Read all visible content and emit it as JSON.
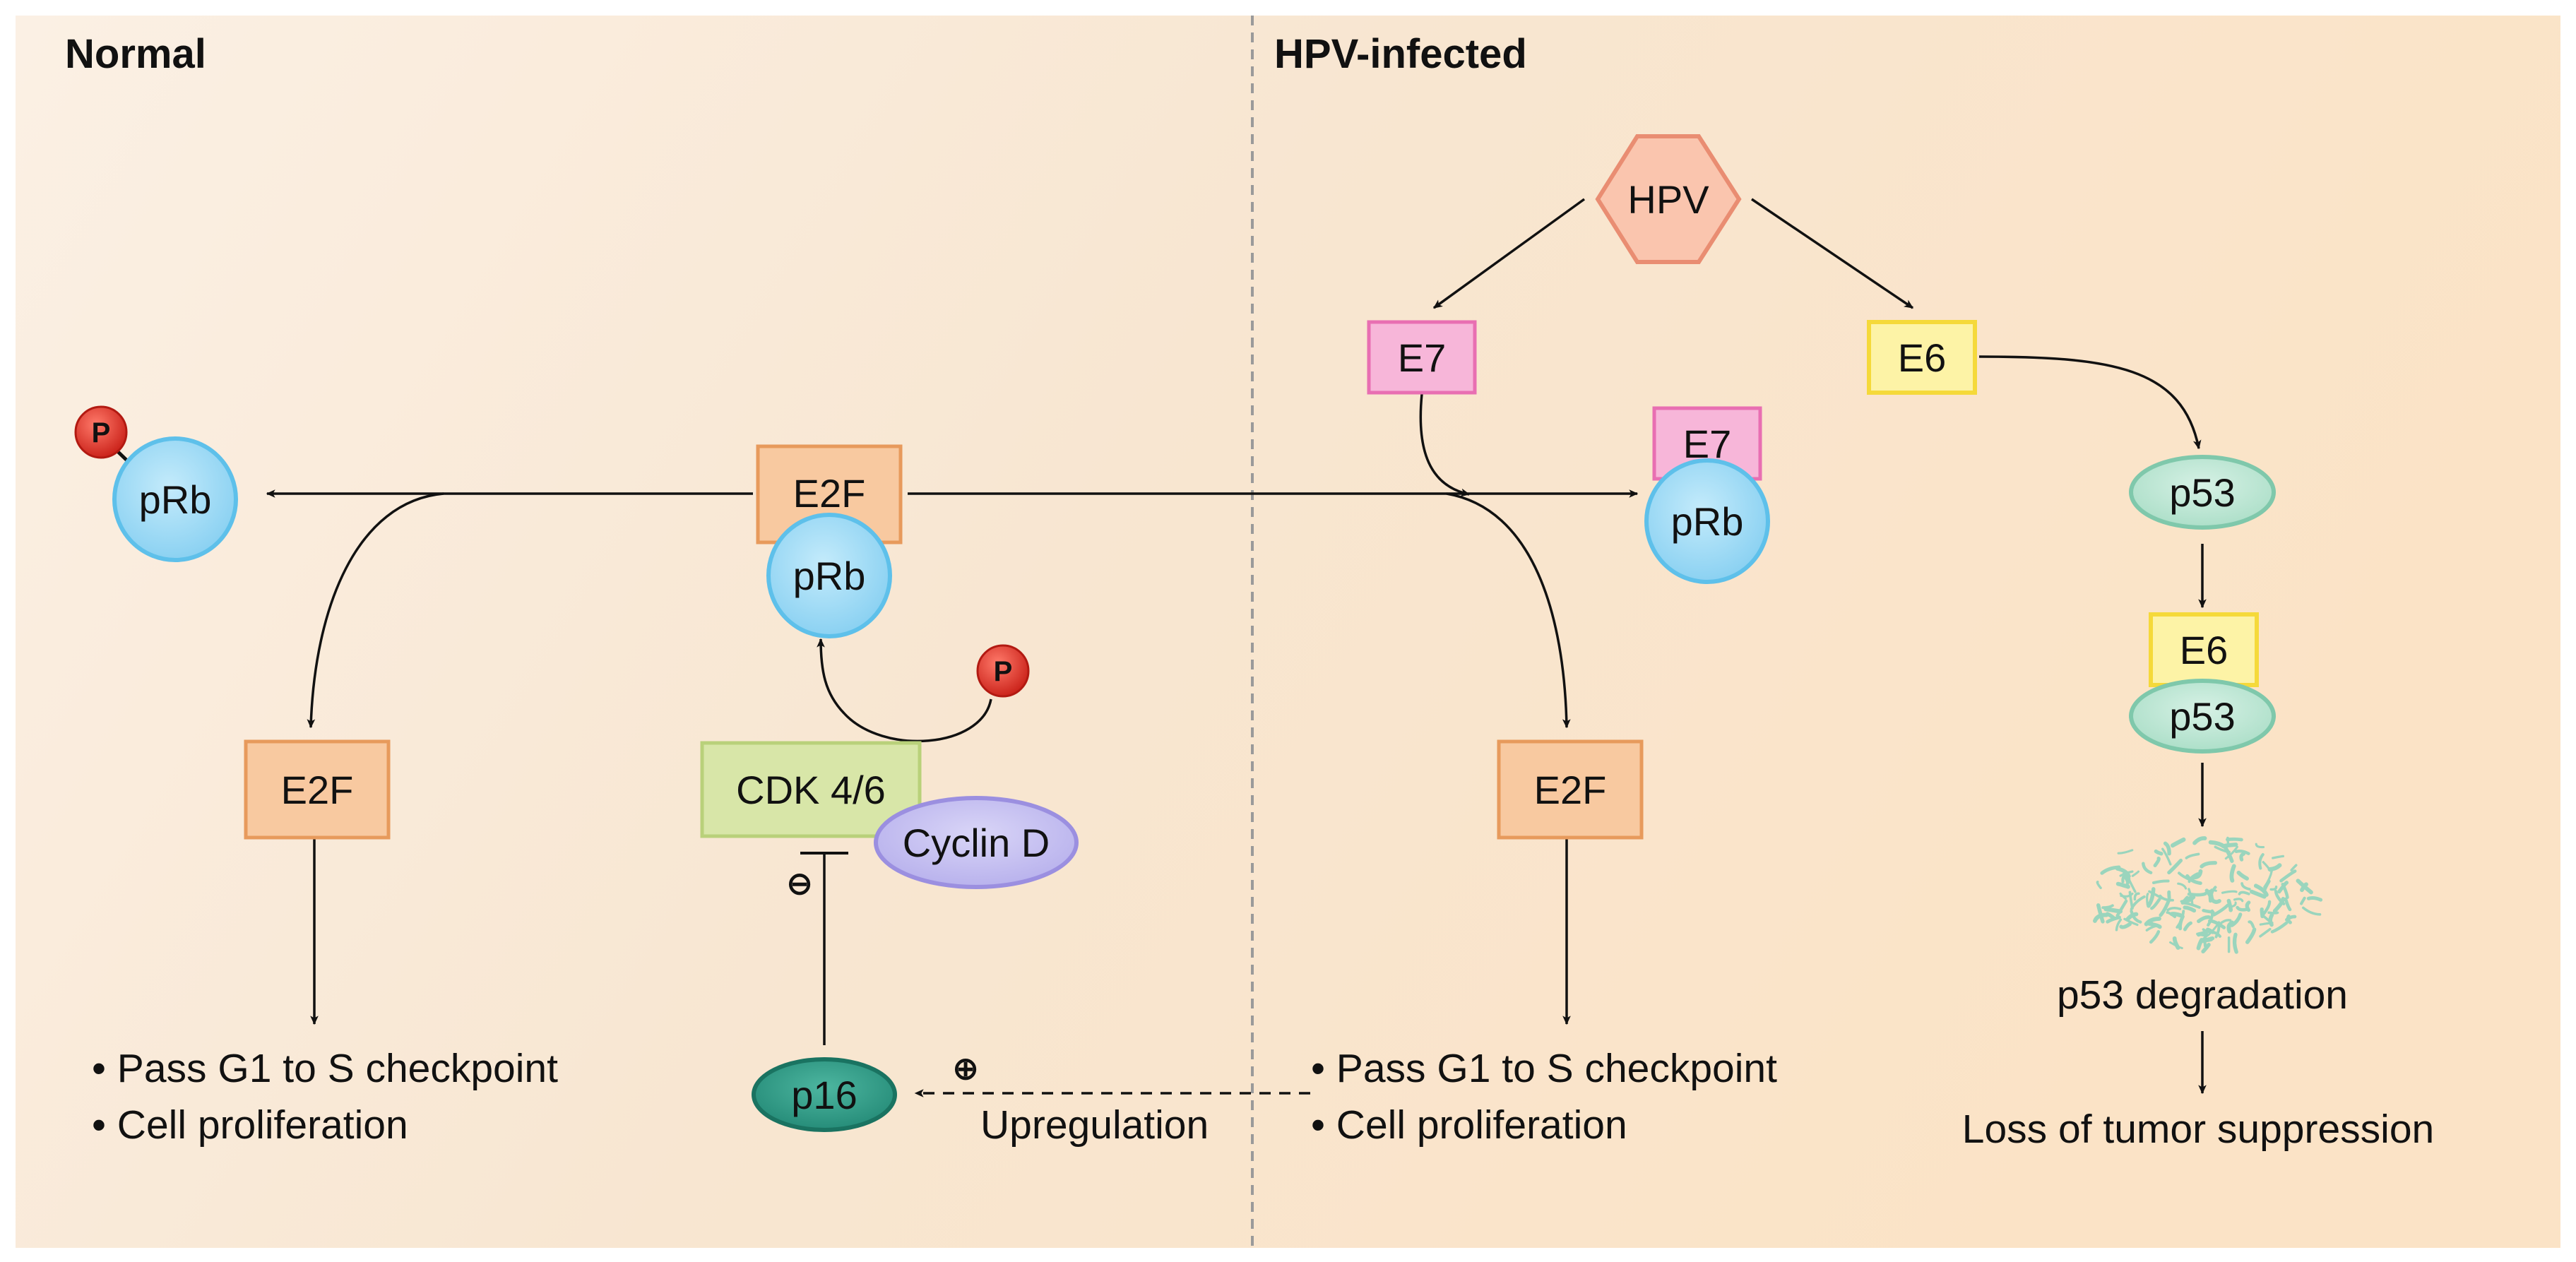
{
  "panels": {
    "normal": "Normal",
    "hpv": "HPV-infected"
  },
  "normal": {
    "p_badge_top": "P",
    "prb_free": "pRb",
    "e2f_complex": "E2F",
    "prb_complex": "pRb",
    "p_badge_cdk": "P",
    "e2f_free": "E2F",
    "cdk": "CDK 4/6",
    "cyclin": "Cyclin D",
    "inhibit_sign": "⊖",
    "p16": "p16",
    "outcomes": [
      "Pass G1 to S checkpoint",
      "Cell proliferation"
    ]
  },
  "link": {
    "plus_sign": "⊕",
    "upregulation": "Upregulation"
  },
  "hpv": {
    "virus": "HPV",
    "e7": "E7",
    "e6": "E6",
    "e7_bound": "E7",
    "prb_bound": "pRb",
    "p53": "p53",
    "e6_bound": "E6",
    "p53_bound": "p53",
    "e2f_free": "E2F",
    "p53_degradation": "p53 degradation",
    "loss": "Loss of tumor suppression",
    "outcomes": [
      "Pass G1 to S checkpoint",
      "Cell proliferation"
    ]
  },
  "colors": {
    "background_left": "#f9ead9",
    "background_right": "#fbe6cc",
    "e2f_fill": "#f8c9a0",
    "e2f_stroke": "#e79a5c",
    "prb_fill": "#9fd8f3",
    "prb_stroke": "#5ec0ea",
    "p_fill": "#e23b2e",
    "cdk_fill": "#d8e6a8",
    "cdk_stroke": "#b9d17a",
    "cyclin_fill": "#c4bff0",
    "cyclin_stroke": "#9b8fe0",
    "p16_fill": "#2f9b87",
    "e7_fill": "#f7b6d9",
    "e7_stroke": "#e86fb2",
    "e6_fill": "#fdf3a6",
    "e6_stroke": "#f5d93a",
    "p53_fill": "#b7e4d0",
    "p53_stroke": "#7fc8ab",
    "hpv_fill": "#fac5ae",
    "hpv_stroke": "#e98d72"
  }
}
